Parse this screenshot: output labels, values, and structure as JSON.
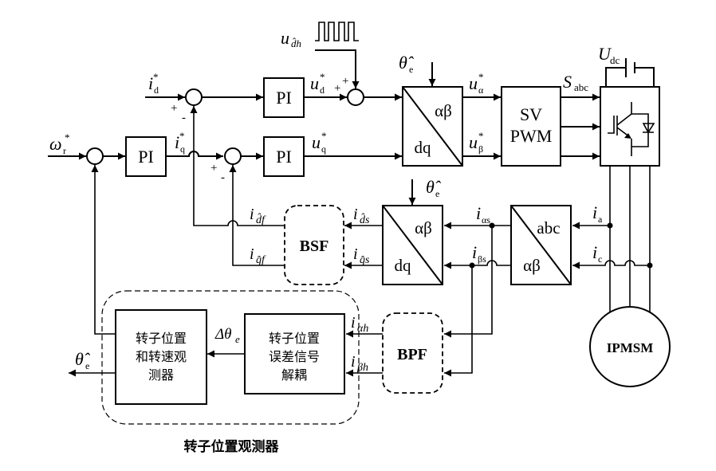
{
  "diagram": {
    "title": "转子位置观测器",
    "inputs": {
      "speed_ref": {
        "main": "ω",
        "sub": "r",
        "sup": "*"
      },
      "id_ref": {
        "main": "i",
        "sub": "d",
        "sup": "*"
      },
      "iq_ref": {
        "main": "i",
        "sub": "q",
        "sup": "*"
      },
      "injection": {
        "main": "u",
        "sub": "d̂h"
      }
    },
    "blocks": {
      "pi_speed": "PI",
      "pi_d": "PI",
      "pi_q": "PI",
      "inv_park": {
        "top": "αβ",
        "bottom": "dq"
      },
      "svpwm": {
        "line1": "SV",
        "line2": "PWM"
      },
      "park": {
        "top": "αβ",
        "bottom": "dq"
      },
      "clarke": {
        "top": "abc",
        "bottom": "αβ"
      },
      "bsf": "BSF",
      "bpf": "BPF",
      "motor": "IPMSM",
      "observer": {
        "line1": "转子位置",
        "line2": "和转速观",
        "line3": "测器"
      },
      "decoupling": {
        "line1": "转子位置",
        "line2": "误差信号",
        "line3": "解耦"
      }
    },
    "signals": {
      "ud_ref": {
        "main": "u",
        "sub": "d",
        "sup": "*"
      },
      "uq_ref": {
        "main": "u",
        "sub": "q",
        "sup": "*"
      },
      "ualpha_ref": {
        "main": "u",
        "sub": "α",
        "sup": "*"
      },
      "ubeta_ref": {
        "main": "u",
        "sub": "β",
        "sup": "*"
      },
      "sabc": {
        "main": "S",
        "sub": "abc"
      },
      "udc": {
        "main": "U",
        "sub": "dc"
      },
      "theta_top": {
        "main": "θ̂",
        "sub": "e"
      },
      "theta_mid": {
        "main": "θ̂",
        "sub": "e"
      },
      "theta_out": {
        "main": "θ̂",
        "sub": "e"
      },
      "ia": {
        "main": "i",
        "sub": "a"
      },
      "ic": {
        "main": "i",
        "sub": "c"
      },
      "ialpha_s": {
        "main": "i",
        "sub": "αs"
      },
      "ibeta_s": {
        "main": "i",
        "sub": "βs"
      },
      "ids": {
        "main": "i",
        "sub": "d̂s"
      },
      "iqs": {
        "main": "i",
        "sub": "q̂s"
      },
      "idf": {
        "main": "i",
        "sub": "d̂f"
      },
      "iqf": {
        "main": "i",
        "sub": "q̂f"
      },
      "ialpha_h": {
        "main": "i",
        "sub": "αh"
      },
      "ibeta_h": {
        "main": "i",
        "sub": "βh"
      },
      "dtheta": "Δθ",
      "dtheta_sub": "e"
    },
    "signs": {
      "plus": "+",
      "minus": "-"
    }
  }
}
